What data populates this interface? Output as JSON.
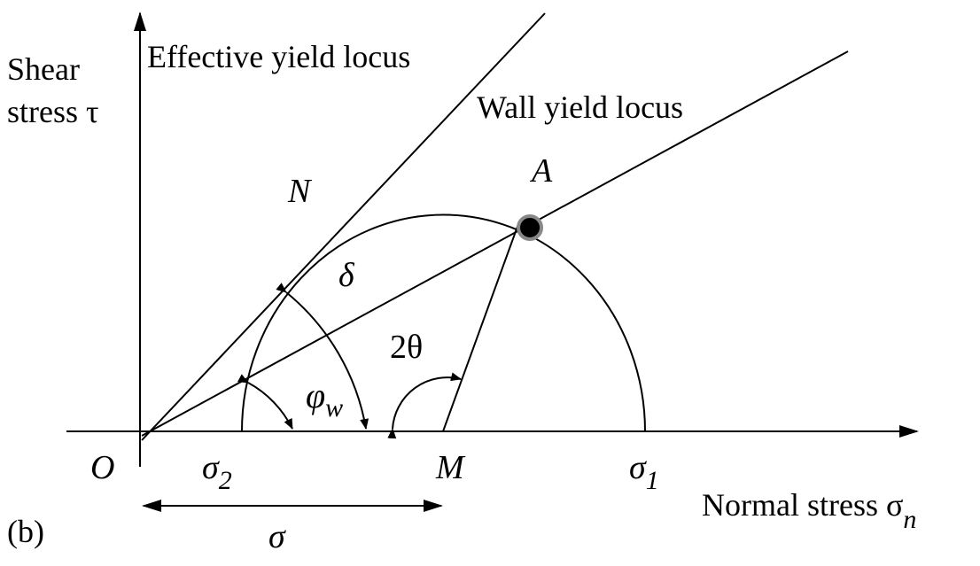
{
  "axes": {
    "y_label_line1": "Shear",
    "y_label_line2": "stress τ",
    "x_label": "Normal stress σ",
    "x_label_sub": "n"
  },
  "loci": {
    "effective": "Effective yield locus",
    "wall": "Wall yield locus"
  },
  "points": {
    "origin": "O",
    "N": "N",
    "A": "A",
    "M": "M",
    "sigma1": "σ",
    "sigma1_sub": "1",
    "sigma2": "σ",
    "sigma2_sub": "2"
  },
  "angles": {
    "delta": "δ",
    "two_theta": "2θ",
    "phi": "φ",
    "phi_sub": "w"
  },
  "sigma_span": "σ",
  "panel_label": "(b)"
}
